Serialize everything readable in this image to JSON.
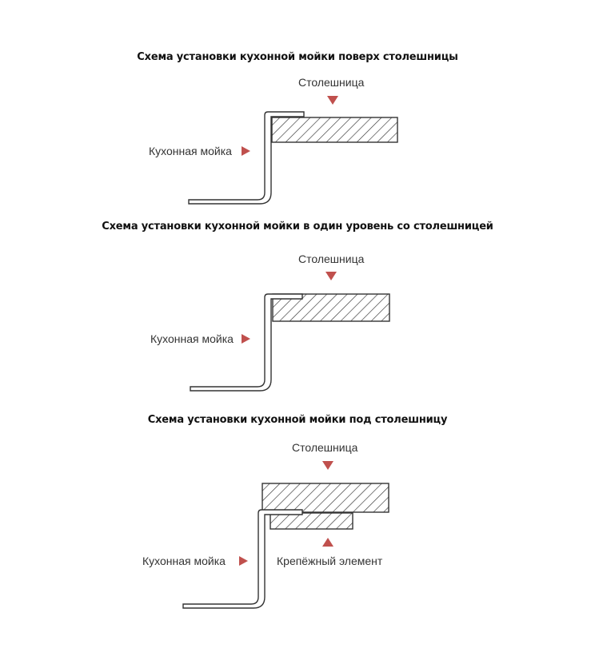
{
  "accent_arrow_color": "#c0504d",
  "diagrams": [
    {
      "title": "Схема установки кухонной мойки поверх столешницы",
      "countertop_label": "Столешница",
      "sink_label": "Кухонная мойка"
    },
    {
      "title": "Схема установки кухонной мойки в один уровень со столешницей",
      "countertop_label": "Столешница",
      "sink_label": "Кухонная мойка"
    },
    {
      "title": "Схема установки кухонной мойки под столешницу",
      "countertop_label": "Столешница",
      "sink_label": "Кухонная мойка",
      "fastener_label": "Крепёжный элемент"
    }
  ]
}
